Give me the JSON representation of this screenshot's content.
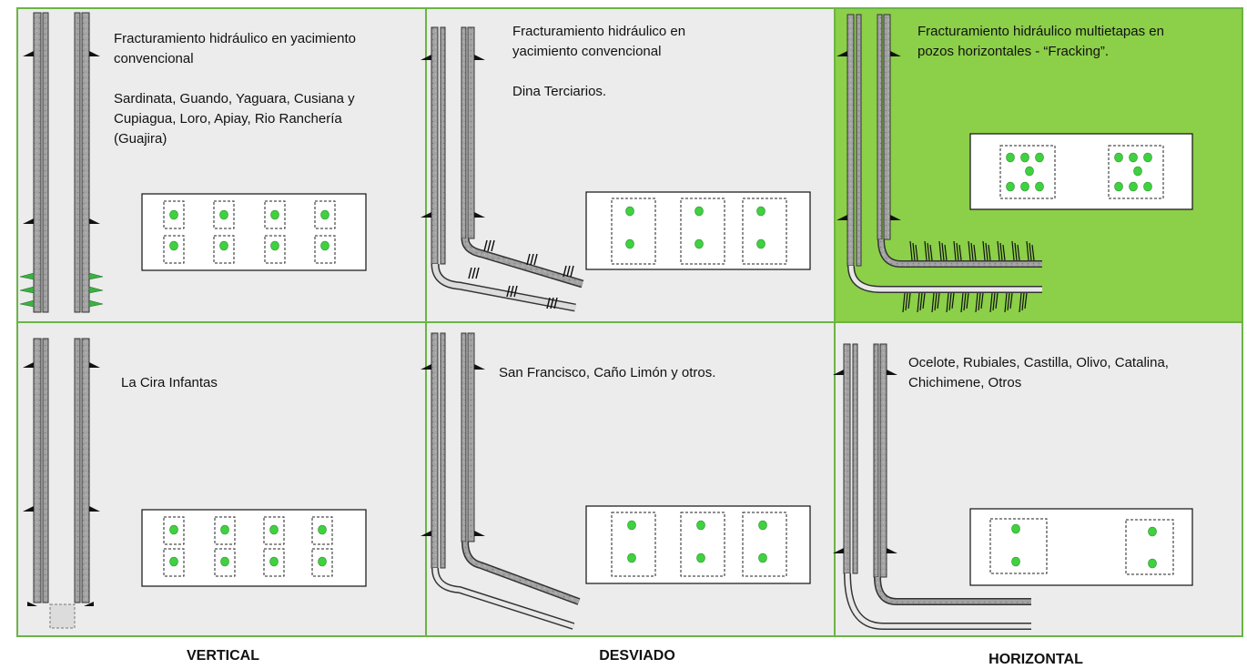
{
  "cells": {
    "vertical_conv": {
      "lines": [
        "Fracturamiento hidráulico en yacimiento",
        "convencional",
        "",
        "Sardinata, Guando, Yaguara, Cusiana y",
        "Cupiagua, Loro, Apiay, Rio Ranchería",
        "(Guajira)"
      ]
    },
    "desviado_conv": {
      "lines": [
        "Fracturamiento hidráulico en",
        "yacimiento convencional",
        "",
        "Dina Terciarios."
      ]
    },
    "horizontal_frack": {
      "lines": [
        "Fracturamiento hidráulico multietapas en",
        "pozos horizontales - “Fracking”."
      ]
    },
    "vertical_fields": {
      "lines": [
        "La Cira Infantas"
      ]
    },
    "desviado_fields": {
      "lines": [
        "San Francisco, Caño Limón y otros."
      ]
    },
    "horizontal_fields": {
      "lines": [
        "Ocelote, Rubiales, Castilla, Olivo, Catalina,",
        "Chichimene, Otros"
      ]
    }
  },
  "labels": {
    "vertical": "VERTICAL",
    "desviado": "DESVIADO",
    "horizontal": "HORIZONTAL"
  },
  "colors": {
    "grid_line": "#6bb445",
    "highlight": "#8ccf49",
    "cell_bg": "#ececec",
    "dot": "#3fd13f",
    "casing": "#9a9a9a"
  }
}
